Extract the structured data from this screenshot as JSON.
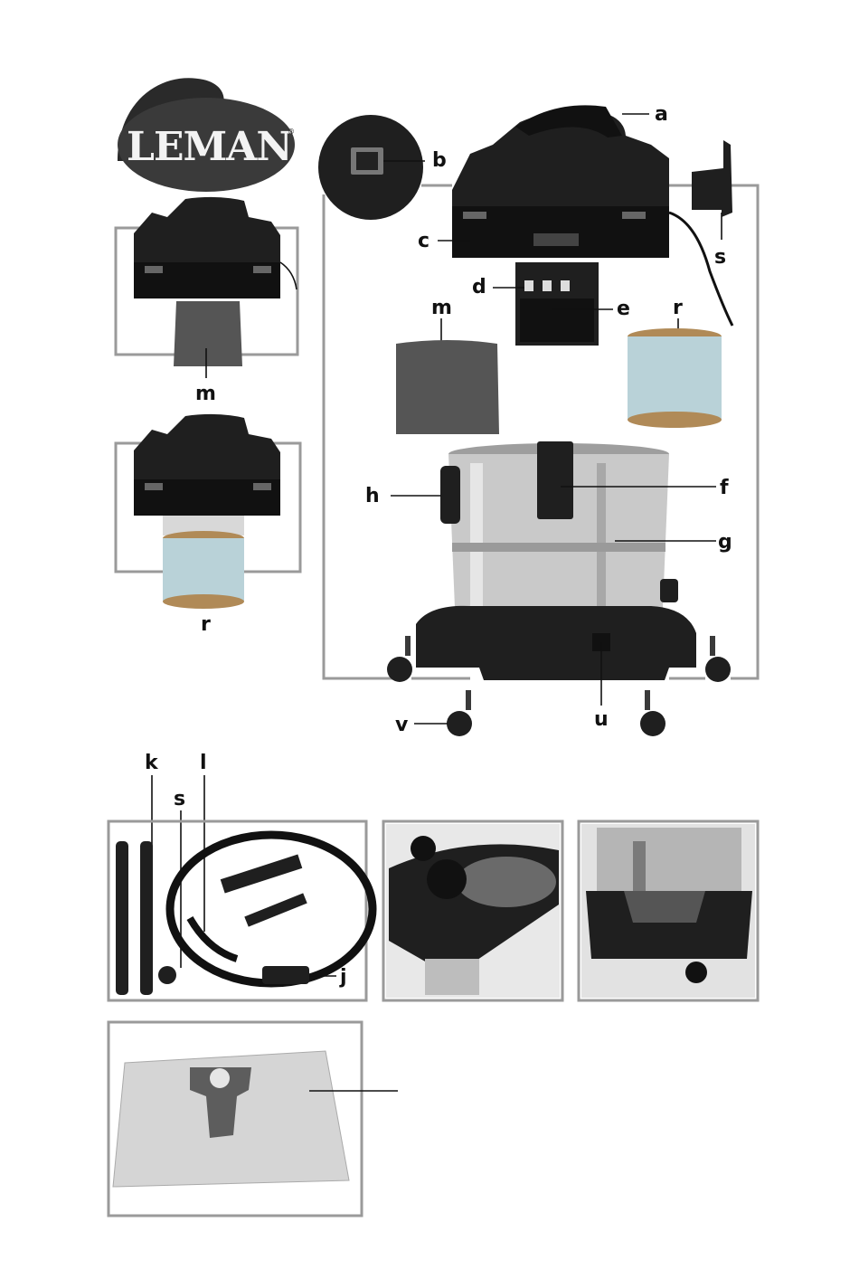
{
  "brand": {
    "name": "LEMAN",
    "registered_mark": "®"
  },
  "callouts": {
    "a": "a",
    "b": "b",
    "c": "c",
    "d": "d",
    "e": "e",
    "f": "f",
    "g": "g",
    "h": "h",
    "m_main": "m",
    "r_main": "r",
    "s_main": "s",
    "u": "u",
    "v": "v",
    "m_side": "m",
    "r_side": "r",
    "k": "k",
    "l": "l",
    "s_acc": "s",
    "j": "j"
  },
  "colors": {
    "frame": "#9a9a9a",
    "plastic": "#1f1f1f",
    "stainless": "#c9c9c9",
    "filter_pleats": "#b9d2d8",
    "sponge": "#555555"
  },
  "icons": {
    "logo": "leman-mountain-logo",
    "vacuum": "wet-dry-vacuum",
    "switch": "power-switch",
    "caster": "caster-wheel"
  }
}
